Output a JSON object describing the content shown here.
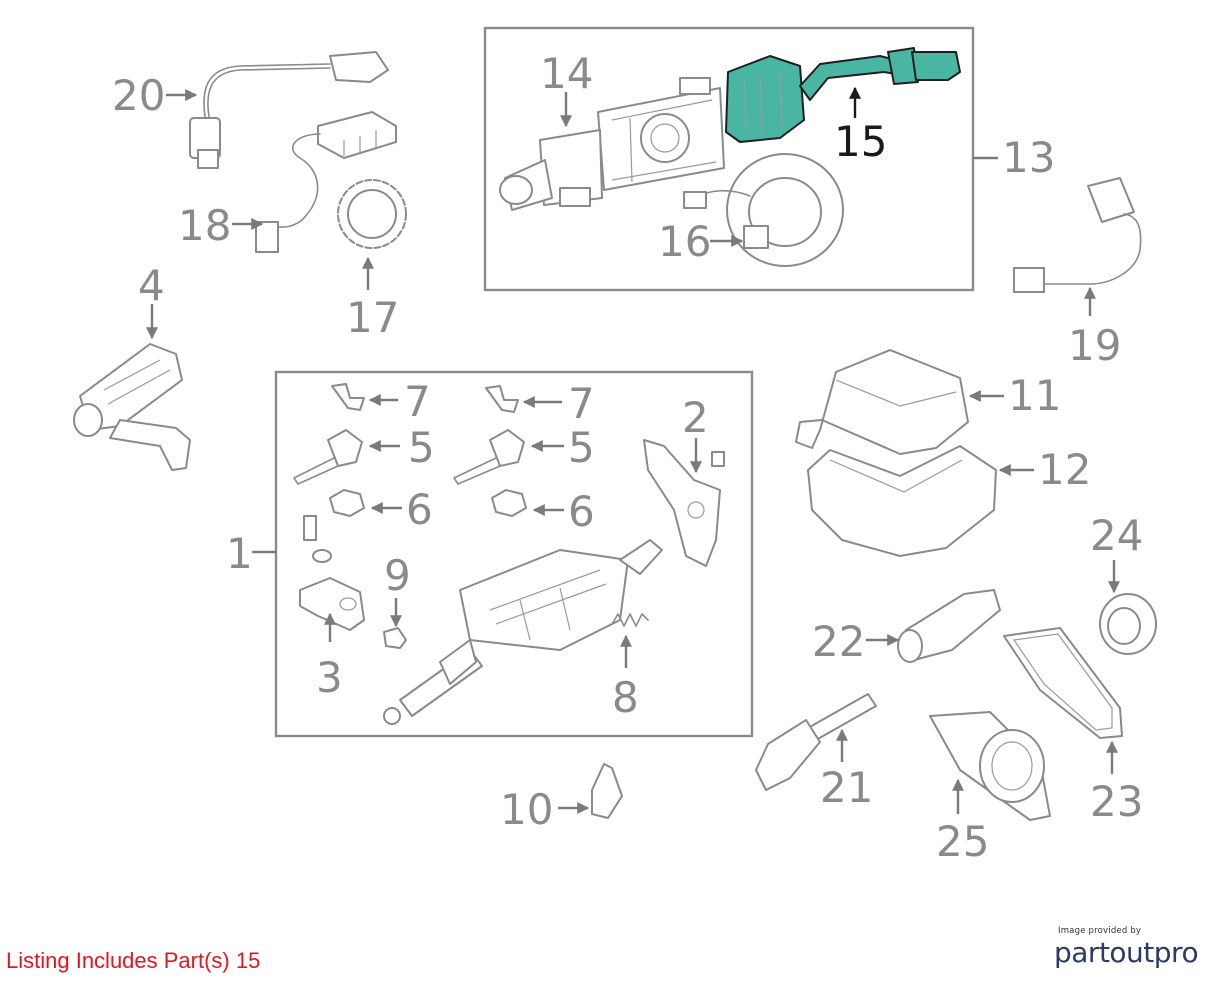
{
  "colors": {
    "highlight": "#49b6a4",
    "line_gray": "#8a8a8a",
    "note_red": "#e8141b",
    "logo_navy": "#2b3a67"
  },
  "callouts": {
    "c1": "1",
    "c2": "2",
    "c3": "3",
    "c4": "4",
    "c5a": "5",
    "c5b": "5",
    "c6a": "6",
    "c6b": "6",
    "c7a": "7",
    "c7b": "7",
    "c8": "8",
    "c9": "9",
    "c10": "10",
    "c11": "11",
    "c12": "12",
    "c13": "13",
    "c14": "14",
    "c15": "15",
    "c16": "16",
    "c17": "17",
    "c18": "18",
    "c19": "19",
    "c20": "20",
    "c21": "21",
    "c22": "22",
    "c23": "23",
    "c24": "24",
    "c25": "25"
  },
  "highlighted_part": "15",
  "listing_note": "Listing Includes Part(s) 15",
  "credit": {
    "small_text": "Image provided by",
    "logo_text": "partoutpro"
  }
}
